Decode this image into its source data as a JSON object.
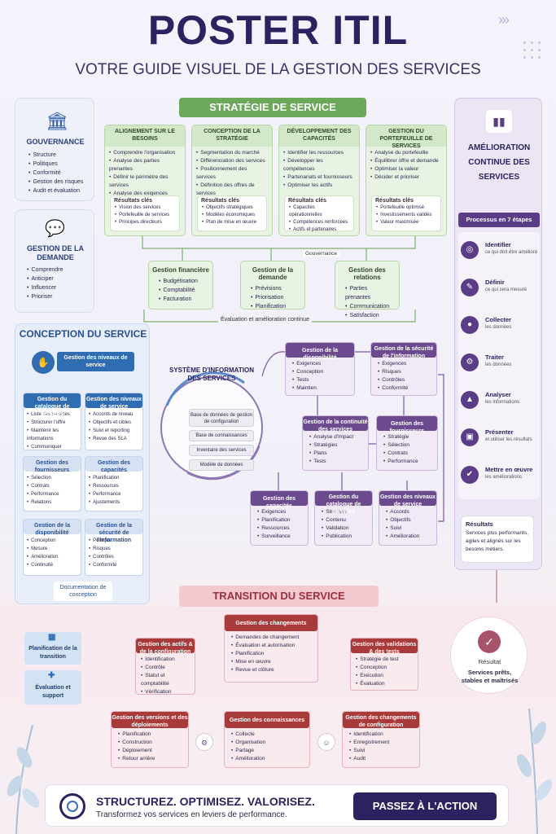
{
  "header": {
    "title": "POSTER ITIL",
    "subtitle": "VOTRE GUIDE VISUEL DE LA GESTION DES SERVICES",
    "chevrons": "›››"
  },
  "gouvernance": {
    "title": "GOUVERNANCE",
    "items": [
      "Structure",
      "Politiques",
      "Conformité",
      "Gestion des risques",
      "Audit et évaluation"
    ],
    "icon": "temple-icon"
  },
  "demande": {
    "title": "GESTION DE LA DEMANDE",
    "items": [
      "Comprendre",
      "Anticiper",
      "Influencer",
      "Prioriser"
    ],
    "icon": "chat-icon"
  },
  "strategie": {
    "title": "STRATÉGIE DE SERVICE",
    "cards": [
      {
        "title": "ALIGNEMENT SUR LE BESOINS",
        "items": [
          "Comprendre l'organisation",
          "Analyse des parties prenantes",
          "Définir le périmètre des services",
          "Analyse des exigences"
        ],
        "res_title": "Résultats clés",
        "res": [
          "Vision des services",
          "Portefeuille de services",
          "Principes directeurs"
        ]
      },
      {
        "title": "CONCEPTION DE LA STRATÉGIE",
        "items": [
          "Segmentation du marché",
          "Différenciation des services",
          "Positionnement des services",
          "Définition des offres de services"
        ],
        "res_title": "Résultats clés",
        "res": [
          "Objectifs stratégiques",
          "Modèles économiques",
          "Plan de mise en œuvre"
        ]
      },
      {
        "title": "DÉVELOPPEMENT DES CAPACITÉS",
        "items": [
          "Identifier les ressources",
          "Développer les compétences",
          "Partenariats et fournisseurs",
          "Optimiser les actifs"
        ],
        "res_title": "Résultats clés",
        "res": [
          "Capacités opérationnelles",
          "Compétences renforcées",
          "Actifs et partenaires"
        ]
      },
      {
        "title": "GESTION DU PORTEFEUILLE DE SERVICES",
        "items": [
          "Analyse du portefeuille",
          "Équilibrer offre et demande",
          "Optimiser la valeur",
          "Décider et prioriser"
        ],
        "res_title": "Résultats clés",
        "res": [
          "Portefeuille optimisé",
          "Investissements validés",
          "Valeur maximisée"
        ]
      }
    ],
    "sub": [
      {
        "title": "Gestion financière",
        "items": [
          "Budgétisation",
          "Comptabilité",
          "Facturation"
        ]
      },
      {
        "title": "Gestion de la demande",
        "items": [
          "Prévisions",
          "Priorisation",
          "Planification"
        ]
      },
      {
        "title": "Gestion des relations",
        "items": [
          "Parties prenantes",
          "Communication",
          "Satisfaction"
        ]
      }
    ],
    "loop_top": "Gouvernance",
    "loop_bottom": "Évaluation et amélioration continue"
  },
  "conception": {
    "title": "CONCEPTION DU SERVICE",
    "top": "Gestion des niveaux de service",
    "icon": "handshake-icon",
    "cards": [
      {
        "title": "Gestion du catalogue de services",
        "items": [
          "Liste des services",
          "Structurer l'offre",
          "Maintenir les informations",
          "Communiquer"
        ]
      },
      {
        "title": "Gestion des niveaux de service",
        "items": [
          "Accords de niveau",
          "Objectifs et cibles",
          "Suivi et reporting",
          "Revue des SLA"
        ]
      },
      {
        "title": "Gestion des fournisseurs",
        "items": [
          "Sélection",
          "Contrats",
          "Performance",
          "Relations"
        ]
      },
      {
        "title": "Gestion des capacités",
        "items": [
          "Planification",
          "Ressources",
          "Performance",
          "Ajustements"
        ]
      },
      {
        "title": "Gestion de la disponibilité",
        "items": [
          "Conception",
          "Mesure",
          "Amélioration",
          "Continuité"
        ]
      },
      {
        "title": "Gestion de la sécurité de l'information",
        "items": [
          "Politique",
          "Risques",
          "Contrôles",
          "Conformité"
        ]
      }
    ],
    "doc": "Documentation de conception"
  },
  "systeme": {
    "title": "SYSTÈME D'INFORMATION DES SERVICES",
    "items": [
      "Base de données de gestion de configuration",
      "Base de connaissances",
      "Inventaire des services",
      "Modèle de données"
    ],
    "cards": [
      {
        "title": "Gestion de la disponibilité",
        "items": [
          "Exigences",
          "Conception",
          "Tests",
          "Maintien"
        ]
      },
      {
        "title": "Gestion de la sécurité de l'information",
        "items": [
          "Exigences",
          "Risques",
          "Contrôles",
          "Conformité"
        ]
      },
      {
        "title": "Gestion de la continuité des services",
        "items": [
          "Analyse d'impact",
          "Stratégies",
          "Plans",
          "Tests"
        ]
      },
      {
        "title": "Gestion des fournisseurs",
        "items": [
          "Stratégie",
          "Sélection",
          "Contrats",
          "Performance"
        ]
      },
      {
        "title": "Gestion des capacités",
        "items": [
          "Exigences",
          "Planification",
          "Ressources",
          "Surveillance"
        ]
      },
      {
        "title": "Gestion du catalogue de services",
        "items": [
          "Structure",
          "Contenu",
          "Validation",
          "Publication"
        ]
      },
      {
        "title": "Gestion des niveaux de service",
        "items": [
          "Accords",
          "Objectifs",
          "Suivi",
          "Amélioration"
        ]
      }
    ]
  },
  "amelioration": {
    "title": "AMÉLIORATION CONTINUE DES SERVICES",
    "process": "Processus en 7 étapes",
    "icon": "chart-icon",
    "steps": [
      {
        "t": "Identifier",
        "d": "ce qui doit être amélioré"
      },
      {
        "t": "Définir",
        "d": "ce qui sera mesuré"
      },
      {
        "t": "Collecter",
        "d": "les données"
      },
      {
        "t": "Traiter",
        "d": "les données"
      },
      {
        "t": "Analyser",
        "d": "les informations"
      },
      {
        "t": "Présenter",
        "d": "et utiliser les résultats"
      },
      {
        "t": "Mettre en œuvre",
        "d": "les améliorations"
      }
    ],
    "res_title": "Résultats",
    "res_text": "Services plus performants, agiles et alignés sur les besoins métiers."
  },
  "transition": {
    "title": "TRANSITION DU SERVICE",
    "left": [
      "Planification de la transition",
      "Évaluation et support"
    ],
    "cards": [
      {
        "title": "Gestion des actifs & de la configuration",
        "items": [
          "Identification",
          "Contrôle",
          "Statut et comptabilité",
          "Vérification"
        ]
      },
      {
        "title": "Gestion des changements",
        "items": [
          "Demandes de changement",
          "Évaluation et autorisation",
          "Planification",
          "Mise en œuvre",
          "Revue et clôture"
        ]
      },
      {
        "title": "Gestion des validations & des tests",
        "items": [
          "Stratégie de test",
          "Conception",
          "Exécution",
          "Évaluation"
        ]
      },
      {
        "title": "Gestion des versions et des déploiements",
        "items": [
          "Planification",
          "Construction",
          "Déploiement",
          "Retour arrière"
        ]
      },
      {
        "title": "Gestion des connaissances",
        "items": [
          "Collecte",
          "Organisation",
          "Partage",
          "Amélioration"
        ]
      },
      {
        "title": "Gestion des changements de configuration",
        "items": [
          "Identification",
          "Enregistrement",
          "Suivi",
          "Audit"
        ]
      }
    ],
    "result_title": "Résultat",
    "result_text": "Services prêts, stables et maîtrisés"
  },
  "footer": {
    "tagline": "STRUCTUREZ. OPTIMISEZ. VALORISEZ.",
    "sub": "Transformez vos services en leviers de performance.",
    "cta": "PASSEZ À L'ACTION",
    "icon": "target-icon"
  },
  "colors": {
    "navy": "#2a2360",
    "green": "#6ba85a",
    "blue": "#2f6cb1",
    "purple": "#6b4b8e",
    "red": "#a83a3a"
  }
}
